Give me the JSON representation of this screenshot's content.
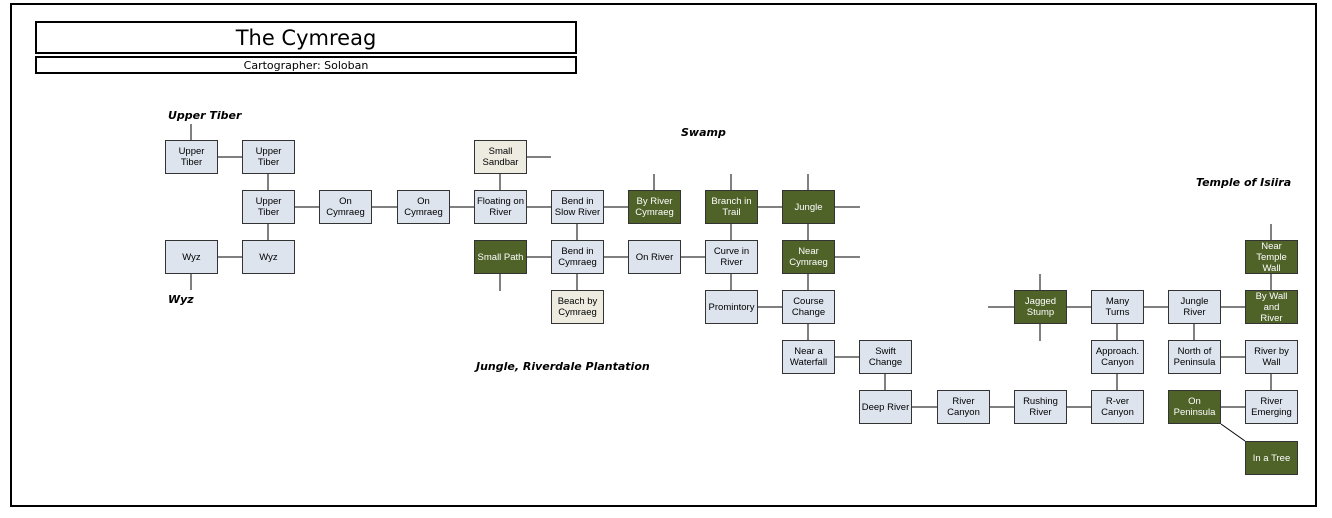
{
  "title": "The Cymreag",
  "cartographer": "Cartographer: Soloban",
  "colors": {
    "light_room": "#dde4ee",
    "dark_room": "#4f6228",
    "cream_room": "#eeece1"
  },
  "area_labels": {
    "upper_tiber": "Upper Tiber",
    "wyz": "Wyz",
    "swamp": "Swamp",
    "jungle_riverdale": "Jungle, Riverdale Plantation",
    "temple": "Temple of Isiira"
  },
  "rooms": {
    "upper_tiber_1": {
      "label": "Upper Tiber",
      "style": "light"
    },
    "upper_tiber_2": {
      "label": "Upper Tiber",
      "style": "light"
    },
    "upper_tiber_3": {
      "label": "Upper Tiber",
      "style": "light"
    },
    "wyz_1": {
      "label": "Wyz",
      "style": "light"
    },
    "wyz_2": {
      "label": "Wyz",
      "style": "light"
    },
    "on_cymraeg_1": {
      "label": "On\nCymraeg",
      "style": "light"
    },
    "on_cymraeg_2": {
      "label": "On\nCymraeg",
      "style": "light"
    },
    "small_sandbar": {
      "label": "Small\nSandbar",
      "style": "cream"
    },
    "floating_on_river": {
      "label": "Floating on\nRiver",
      "style": "light"
    },
    "small_path": {
      "label": "Small Path",
      "style": "dark"
    },
    "bend_slow_river": {
      "label": "Bend in\nSlow River",
      "style": "light"
    },
    "bend_cymraeg": {
      "label": "Bend in\nCymraeg",
      "style": "light"
    },
    "beach_by_cymraeg": {
      "label": "Beach by\nCymraeg",
      "style": "cream"
    },
    "by_river_cymraeg": {
      "label": "By River\nCymraeg",
      "style": "dark"
    },
    "on_river": {
      "label": "On River",
      "style": "light"
    },
    "branch_in_trail": {
      "label": "Branch in\nTrail",
      "style": "dark"
    },
    "curve_in_river": {
      "label": "Curve in\nRiver",
      "style": "light"
    },
    "promintory": {
      "label": "Promintory",
      "style": "light"
    },
    "jungle": {
      "label": "Jungle",
      "style": "dark"
    },
    "near_cymraeg": {
      "label": "Near\nCymraeg",
      "style": "dark"
    },
    "course_change": {
      "label": "Course\nChange",
      "style": "light"
    },
    "near_waterfall": {
      "label": "Near a\nWaterfall",
      "style": "light"
    },
    "swift_change": {
      "label": "Swift\nChange",
      "style": "light"
    },
    "deep_river": {
      "label": "Deep River",
      "style": "light"
    },
    "river_canyon": {
      "label": "River\nCanyon",
      "style": "light"
    },
    "rushing_river": {
      "label": "Rushing\nRiver",
      "style": "light"
    },
    "rver_canyon": {
      "label": "R-ver\nCanyon",
      "style": "light"
    },
    "approach_canyon": {
      "label": "Approach.\nCanyon",
      "style": "light"
    },
    "many_turns": {
      "label": "Many Turns",
      "style": "light"
    },
    "jagged_stump": {
      "label": "Jagged\nStump",
      "style": "dark"
    },
    "jungle_river": {
      "label": "Jungle\nRiver",
      "style": "light"
    },
    "north_of_peninsula": {
      "label": "North of\nPeninsula",
      "style": "light"
    },
    "on_peninsula": {
      "label": "On\nPeninsula",
      "style": "dark"
    },
    "near_temple_wall": {
      "label": "Near\nTemple Wall",
      "style": "dark"
    },
    "by_wall_and_river": {
      "label": "By Wall and\nRiver",
      "style": "dark"
    },
    "river_by_wall": {
      "label": "River by\nWall",
      "style": "light"
    },
    "river_emerging": {
      "label": "River\nEmerging",
      "style": "light"
    },
    "in_a_tree": {
      "label": "In a Tree",
      "style": "dark"
    }
  }
}
